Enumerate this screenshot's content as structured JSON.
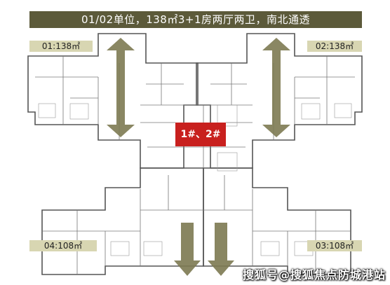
{
  "header": {
    "banner_text": "01/02单位，138㎡3+1房两厅两卫，南北通透"
  },
  "units": {
    "u01": "01:138㎡",
    "u02": "02:138㎡",
    "u04": "04:108㎡",
    "u03": "03:108㎡"
  },
  "building_tag": "1#、2#",
  "watermark": "搜狐号@搜狐焦点防城港站",
  "colors": {
    "banner": "#5c5a3a",
    "label_bg": "#d8d6b2",
    "tag": "#c8201e",
    "arrow": "#7d7a52"
  }
}
